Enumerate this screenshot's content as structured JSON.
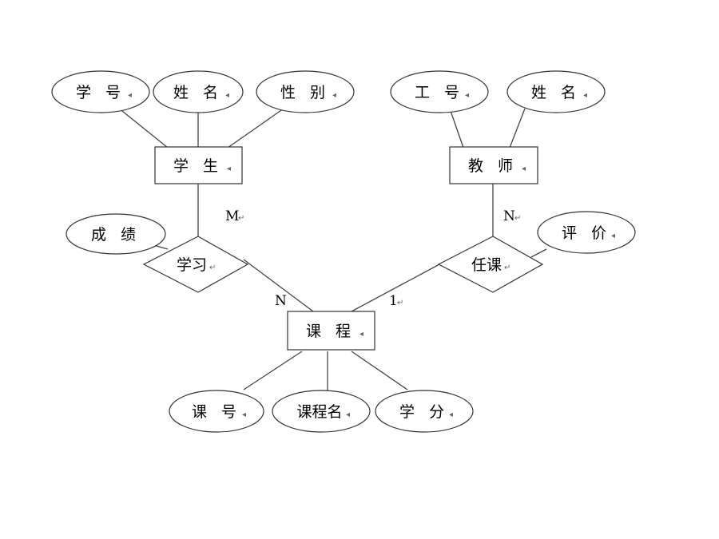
{
  "entities": {
    "student": "学 生",
    "teacher": "教 师",
    "course": "课 程"
  },
  "relationships": {
    "study": "学习",
    "teach": "任课"
  },
  "attributes": {
    "student_id": "学 号",
    "student_name": "姓 名",
    "student_gender": "性 别",
    "teacher_id": "工 号",
    "teacher_name": "姓 名",
    "grade": "成 绩",
    "evaluation": "评 价",
    "course_id": "课 号",
    "course_name": "课程名",
    "credit": "学 分"
  },
  "cardinalities": {
    "student_study": "M",
    "study_course": "N",
    "teacher_teach": "N",
    "teach_course": "1"
  },
  "return_mark": "↵",
  "end_mark": "◂"
}
